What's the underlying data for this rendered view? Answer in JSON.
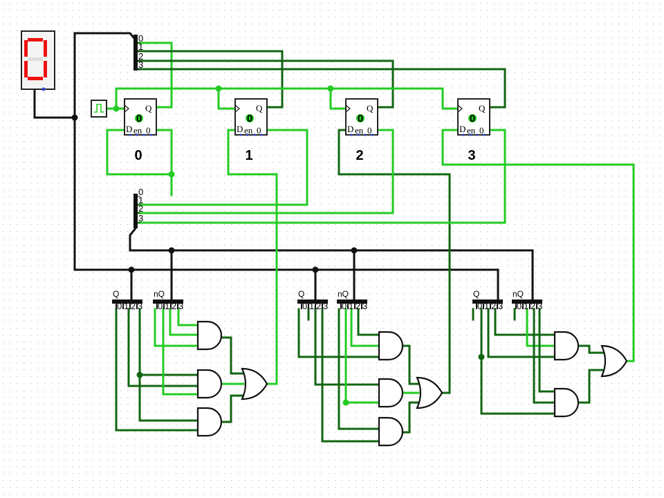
{
  "colors": {
    "wire_on": "#22cc22",
    "wire_off": "#116611",
    "wire_bus": "#111111",
    "segment_on": "#ee1111",
    "segment_off": "#dddddd",
    "grid_dot": "#c8c8c8"
  },
  "display": {
    "shown_digit": "0"
  },
  "flipflops": [
    {
      "label": "0",
      "value": "0",
      "q_text": "Q",
      "d_text": "D",
      "en_text": "en",
      "clr_text": "0"
    },
    {
      "label": "1",
      "value": "0",
      "q_text": "Q",
      "d_text": "D",
      "en_text": "en",
      "clr_text": "0"
    },
    {
      "label": "2",
      "value": "0",
      "q_text": "Q",
      "d_text": "D",
      "en_text": "en",
      "clr_text": "0"
    },
    {
      "label": "3",
      "value": "0",
      "q_text": "Q",
      "d_text": "D",
      "en_text": "en",
      "clr_text": "0"
    }
  ],
  "splitters": [
    {
      "q_label": "Q",
      "nq_label": "nQ"
    },
    {
      "q_label": "Q",
      "nq_label": "nQ"
    },
    {
      "q_label": "Q",
      "nq_label": "nQ"
    }
  ],
  "bit_indices": [
    "0",
    "1",
    "2",
    "3"
  ],
  "clock": {
    "icon": "clock-icon"
  }
}
